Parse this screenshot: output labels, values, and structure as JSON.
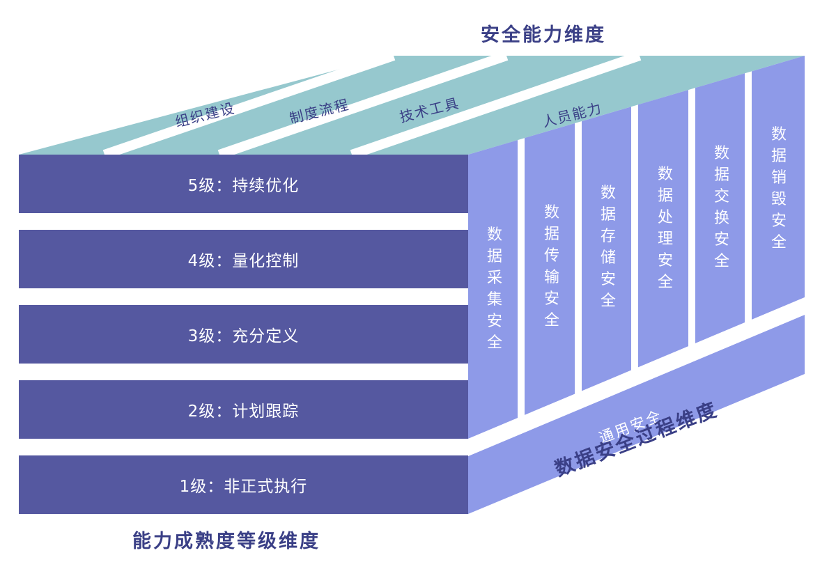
{
  "titles": {
    "capability_dimension": "安全能力维度",
    "maturity_dimension": "能力成熟度等级维度",
    "process_dimension": "数据安全过程维度"
  },
  "capabilities": [
    "组织建设",
    "制度流程",
    "技术工具",
    "人员能力"
  ],
  "levels": [
    "5级：持续优化",
    "4级：量化控制",
    "3级：充分定义",
    "2级：计划跟踪",
    "1级：非正式执行"
  ],
  "stages": [
    "数据采集安全",
    "数据传输安全",
    "数据存储安全",
    "数据处理安全",
    "数据交换安全",
    "数据销毁安全"
  ],
  "general": "通用安全",
  "colors": {
    "front": "#5558a0",
    "top": "#96c8ce",
    "side": "#8e9ae8",
    "text": "#3a3f86"
  }
}
